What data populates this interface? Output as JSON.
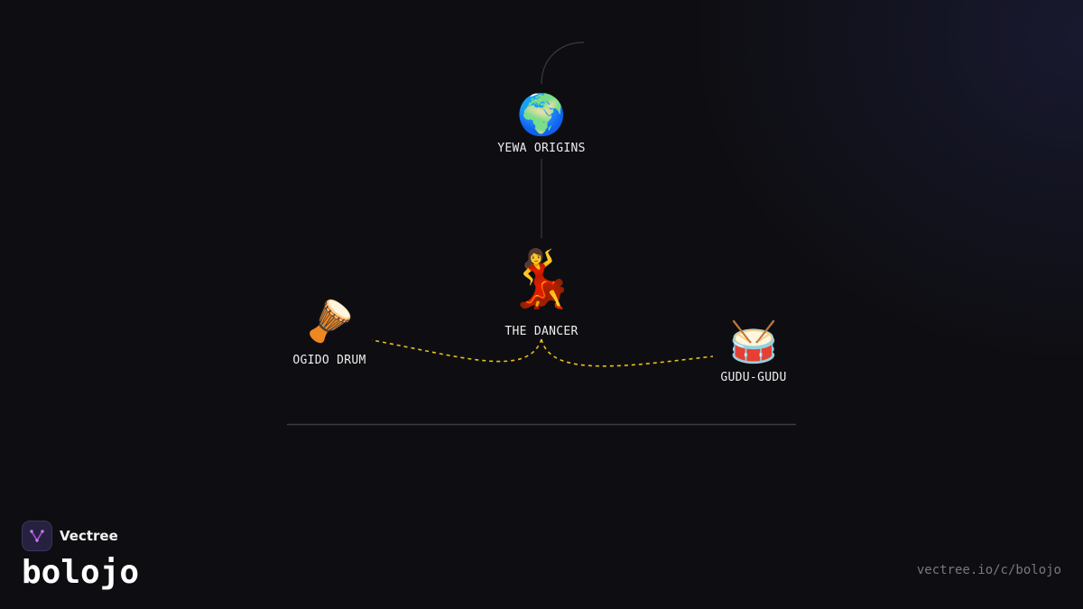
{
  "diagram": {
    "nodes": [
      {
        "id": "yewa",
        "label": "YEWA ORIGINS",
        "icon": "🌍",
        "icon_name": "globe-icon"
      },
      {
        "id": "dancer",
        "label": "THE DANCER",
        "icon": "💃",
        "icon_name": "dancer-icon"
      },
      {
        "id": "ogido",
        "label": "OGIDO DRUM",
        "icon": "🪘",
        "icon_name": "long-drum-icon"
      },
      {
        "id": "gudu",
        "label": "GUDU-GUDU",
        "icon": "🥁",
        "icon_name": "drum-icon"
      }
    ],
    "edges": [
      {
        "from": "yewa",
        "to": "dancer",
        "style": "solid"
      },
      {
        "from": "dancer",
        "to": "ogido",
        "style": "dashed"
      },
      {
        "from": "dancer",
        "to": "gudu",
        "style": "dashed"
      }
    ],
    "colors": {
      "solid_edge": "#3a3a3f",
      "dashed_edge": "#e8c01c",
      "baseline": "#3c3c42"
    }
  },
  "brand": {
    "name": "Vectree",
    "project": "bolojo",
    "logo_icon": "vectree-logo-icon",
    "accent": "#b04ee0"
  },
  "footer": {
    "url": "vectree.io/c/bolojo"
  }
}
